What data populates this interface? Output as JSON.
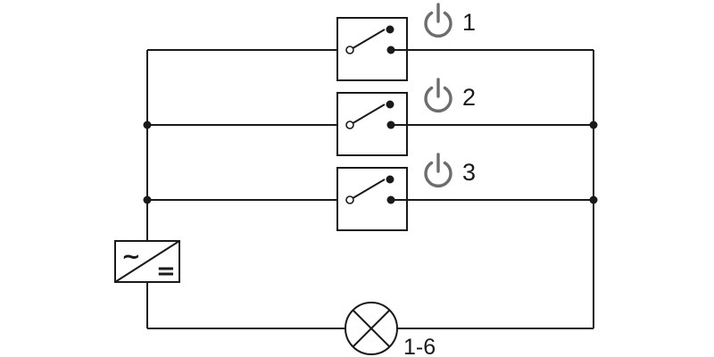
{
  "switches": [
    {
      "label": "1",
      "icon": "power-icon"
    },
    {
      "label": "2",
      "icon": "power-icon"
    },
    {
      "label": "3",
      "icon": "power-icon"
    }
  ],
  "converter": {
    "ac_symbol": "~",
    "dc_symbol": "="
  },
  "lamp": {
    "label": "1-6",
    "icon": "lamp-icon"
  },
  "colors": {
    "line": "#1a1a1a",
    "power_icon": "#6d6d6d"
  }
}
